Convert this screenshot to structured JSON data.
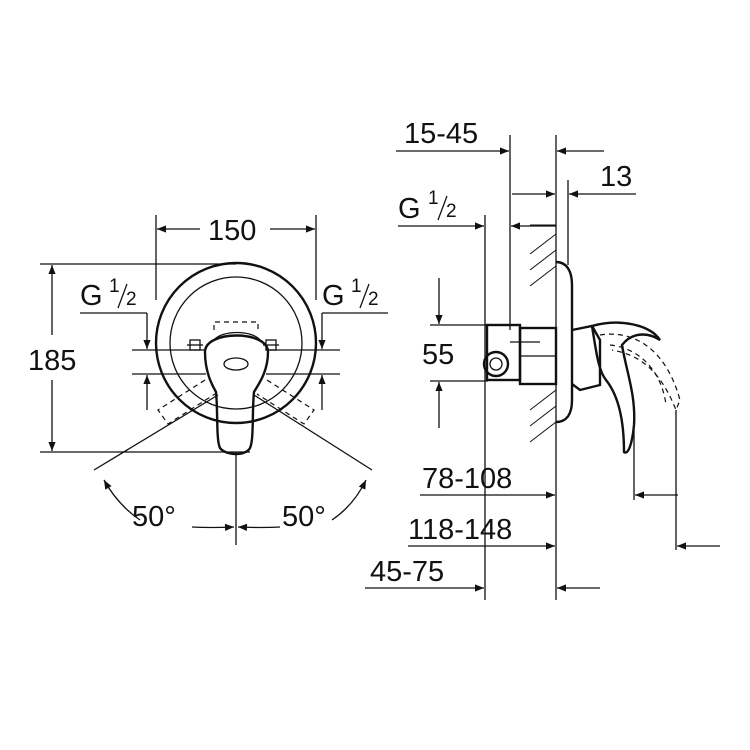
{
  "front_view": {
    "width_dim": "150",
    "height_dim": "185",
    "thread_left": {
      "main": "G",
      "num": "1",
      "den": "2"
    },
    "thread_right": {
      "main": "G",
      "num": "1",
      "den": "2"
    },
    "angle_left": "50°",
    "angle_right": "50°"
  },
  "side_view": {
    "wall_range_dim": "15-45",
    "plate_dim": "13",
    "thread": {
      "main": "G",
      "num": "1",
      "den": "2"
    },
    "height_dim": "55",
    "depth_dim_1": "78-108",
    "depth_dim_2": "118-148",
    "depth_dim_3": "45-75"
  }
}
